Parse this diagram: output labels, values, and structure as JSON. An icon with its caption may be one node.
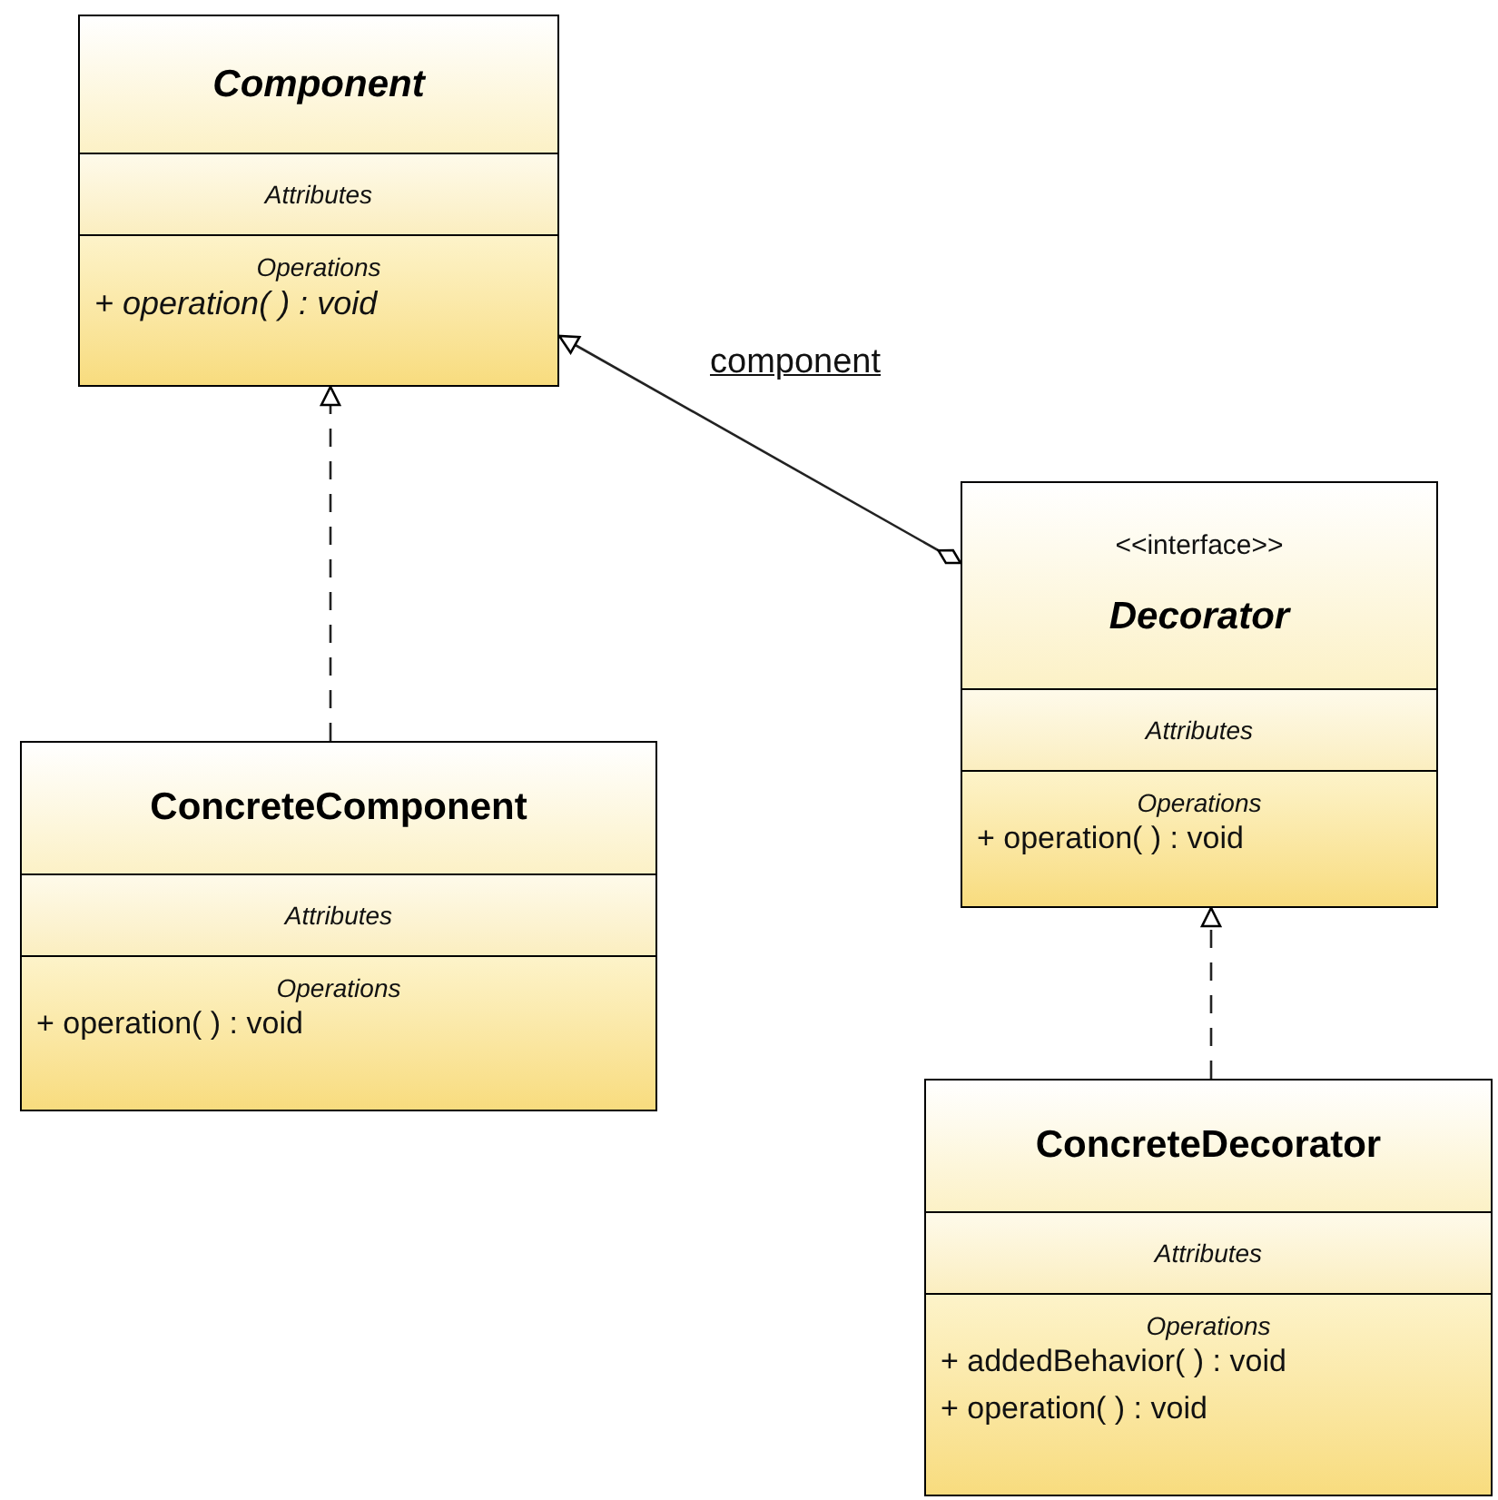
{
  "diagram": {
    "nodes": [
      {
        "text": [
          "Component"
        ]
      },
      {
        "text": [
          "Attributes"
        ],
        "in": 0
      },
      {
        "text": [
          "Operations",
          "+ operation( ) : void"
        ],
        "in": 0
      },
      {
        "text": [
          "ConcreteComponent"
        ]
      },
      {
        "text": [
          "Attributes"
        ],
        "in": 3
      },
      {
        "text": [
          "Operations",
          "+ operation( ) : void"
        ],
        "in": 3
      },
      {
        "text": [
          "<<interface>>",
          "Decorator"
        ]
      },
      {
        "text": [
          "Attributes"
        ],
        "in": 6
      },
      {
        "text": [
          "Operations",
          "+ operation( ) : void"
        ],
        "in": 6
      },
      {
        "text": [
          "ConcreteDecorator"
        ]
      },
      {
        "text": [
          "Attributes"
        ],
        "in": 9
      },
      {
        "text": [
          "Operations",
          "+ addedBehavior( ) : void",
          "+ operation( ) : void"
        ],
        "in": 9
      }
    ],
    "edges": [
      {
        "from": 3,
        "to": 0,
        "arrow": "to",
        "style": "dashed"
      },
      {
        "from": 6,
        "to": 0,
        "arrow": "to",
        "label": "component"
      },
      {
        "from": 9,
        "to": 6,
        "arrow": "to",
        "style": "dashed"
      }
    ]
  }
}
